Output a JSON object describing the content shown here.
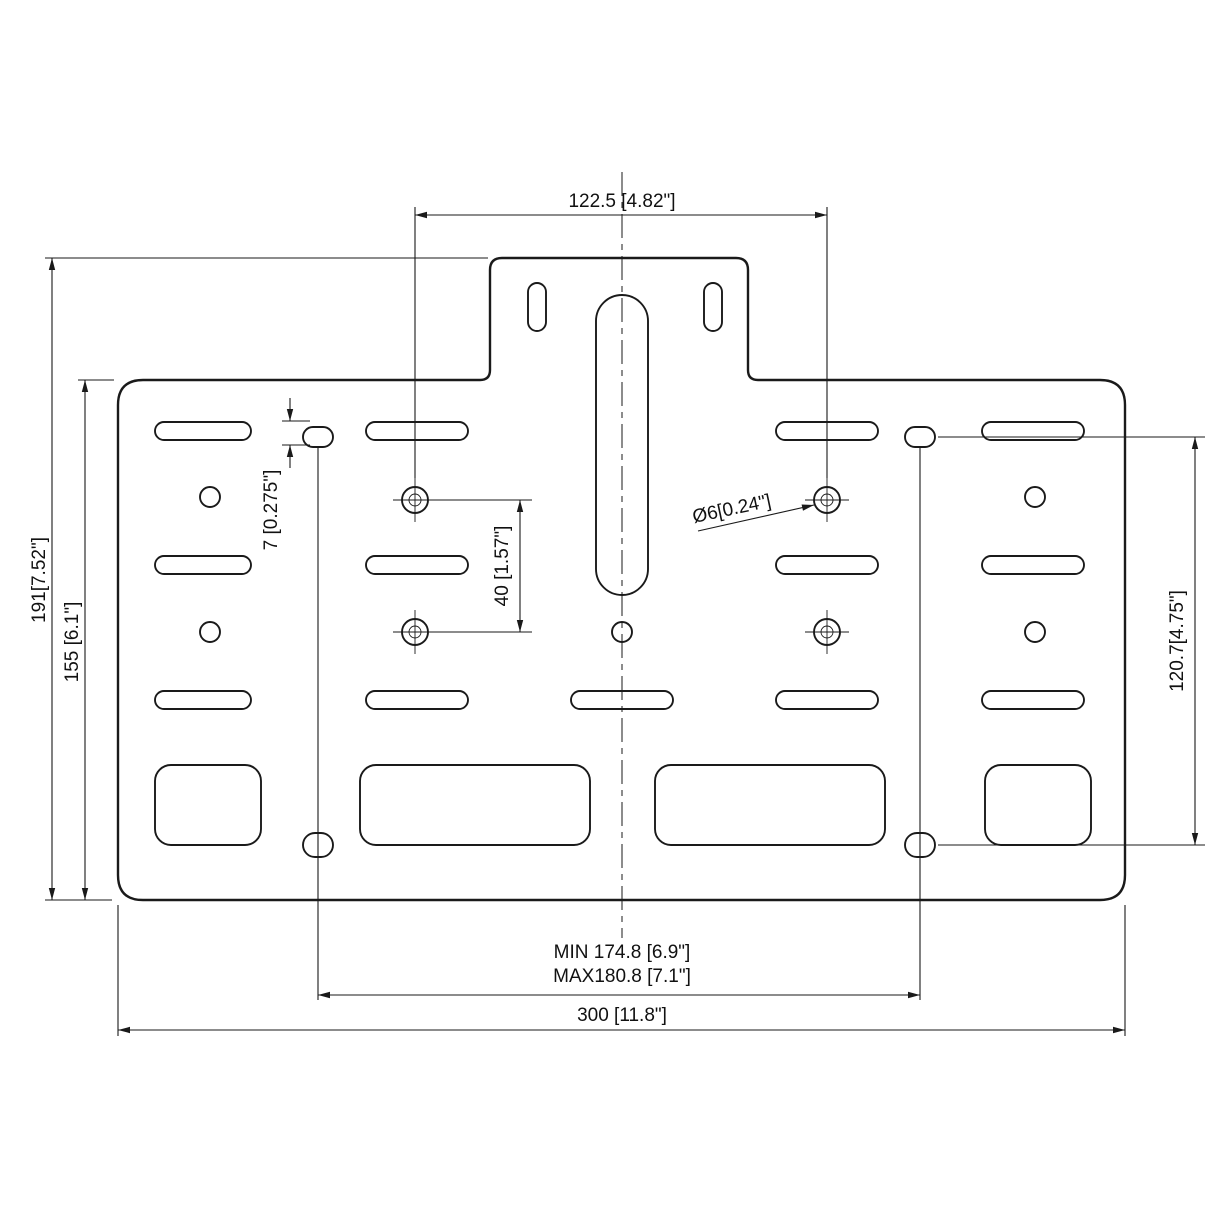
{
  "drawing": {
    "line_color": "#1a1a1a",
    "background_color": "#ffffff",
    "labels": {
      "dim_top_span": "122.5 [4.82\"]",
      "dim_overall_height": "191[7.52\"]",
      "dim_body_height": "155 [6.1\"]",
      "dim_slot_offset": "7 [0.275\"]",
      "dim_hole_pitch": "40 [1.57\"]",
      "dim_hole_diameter": "Ø6[0.24\"]",
      "dim_right_span": "120.7[4.75\"]",
      "dim_min_width": "MIN 174.8 [6.9\"]",
      "dim_max_width": "MAX180.8 [7.1\"]",
      "dim_overall_width": "300 [11.8\"]"
    }
  }
}
